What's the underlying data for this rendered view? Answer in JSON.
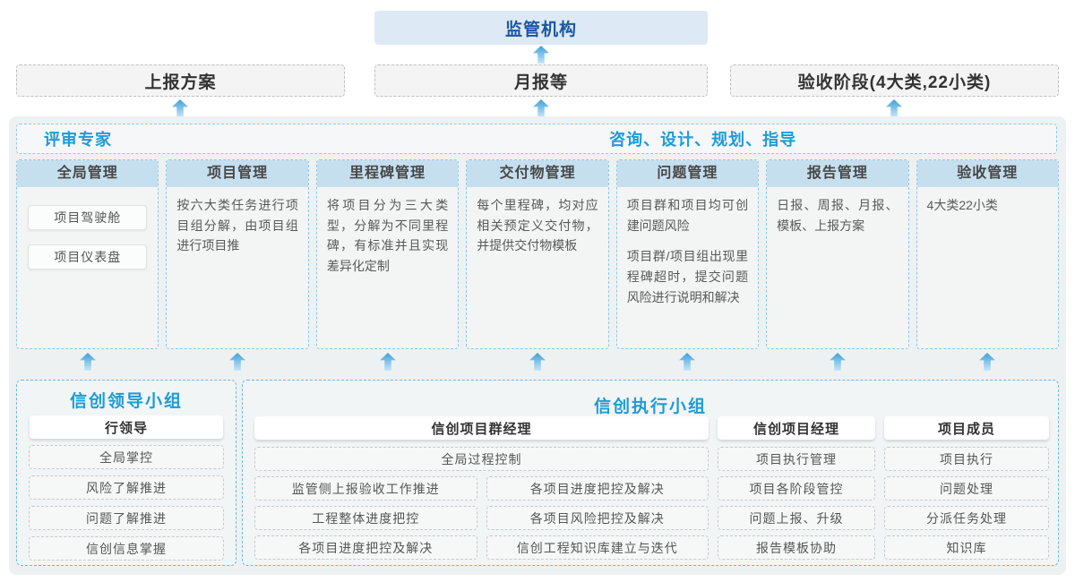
{
  "accent": {
    "title_blue": "#1e9bd7",
    "regulator_navy": "#1b57a0",
    "regulator_fill": "#dde9f5",
    "column_header_fill": "#c6dfef",
    "dashed_blue_border": "#8cc8e9",
    "arrow_blue": "#3f9fd8"
  },
  "top": {
    "regulator": "监管机构"
  },
  "flow": {
    "items": [
      "上报方案",
      "月报等",
      "验收阶段(4大类,22小类)"
    ]
  },
  "platform": {
    "left_header": "评审专家",
    "right_header": "咨询、设计、规划、指导",
    "columns": [
      {
        "title": "全局管理",
        "pills": [
          "项目驾驶舱",
          "项目仪表盘"
        ]
      },
      {
        "title": "项目管理",
        "paragraphs": [
          "按六大类任务进行项目组分解，由项目组进行项目推"
        ]
      },
      {
        "title": "里程碑管理",
        "paragraphs": [
          "将项目分为三大类型，分解为不同里程碑，有标准并且实现差异化定制"
        ]
      },
      {
        "title": "交付物管理",
        "paragraphs": [
          "每个里程碑，均对应相关预定义交付物，并提供交付物模板"
        ]
      },
      {
        "title": "问题管理",
        "paragraphs": [
          "项目群和项目均可创建问题风险",
          "项目群/项目组出现里程碑超时，提交问题风险进行说明和解决"
        ]
      },
      {
        "title": "报告管理",
        "paragraphs": [
          "日报、周报、月报、模板、上报方案"
        ]
      },
      {
        "title": "验收管理",
        "paragraphs": [
          "4大类22小类"
        ]
      }
    ]
  },
  "groups": {
    "leadership": {
      "title": "信创领导小组",
      "role": "行领导",
      "items": [
        "全局掌控",
        "风险了解推进",
        "问题了解推进",
        "信创信息掌握"
      ]
    },
    "execution": {
      "title": "信创执行小组",
      "program_manager": {
        "role": "信创项目群经理",
        "top_item": "全局过程控制",
        "left_items": [
          "监管侧上报验收工作推进",
          "工程整体进度把控",
          "各项目进度把控及解决"
        ],
        "right_items": [
          "各项目进度把控及解决",
          "各项目风险把控及解决",
          "信创工程知识库建立与迭代"
        ]
      },
      "project_manager": {
        "role": "信创项目经理",
        "items": [
          "项目执行管理",
          "项目各阶段管控",
          "问题上报、升级",
          "报告模板协助"
        ]
      },
      "project_member": {
        "role": "项目成员",
        "items": [
          "项目执行",
          "问题处理",
          "分派任务处理",
          "知识库"
        ]
      }
    }
  }
}
